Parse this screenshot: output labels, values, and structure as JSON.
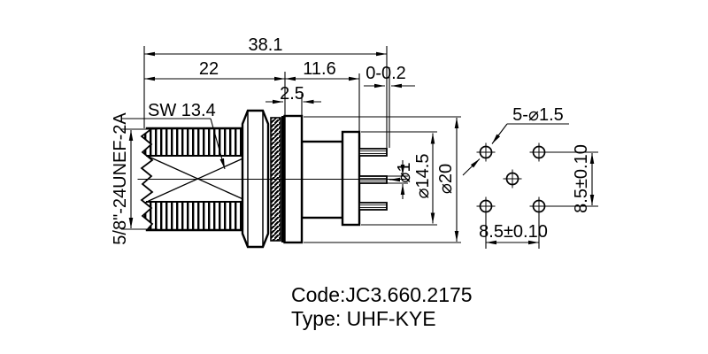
{
  "colors": {
    "background": "#ffffff",
    "line": "#000000"
  },
  "side_view": {
    "dim_overall": "38.1",
    "dim_front_length": "22",
    "dim_rear_length": "11.6",
    "dim_pin_protrusion": "0-0.2",
    "dim_flange_thickness": "2.5",
    "label_wrench_size": "SW 13.4",
    "label_thread_spec": "5/8\"-24UNEF-2A",
    "dim_pin_diameter": "⌀1",
    "dim_body_diameter": "⌀14.5",
    "dim_flange_diameter": "⌀20"
  },
  "end_view": {
    "label_holes": "5-⌀1.5",
    "dim_pitch_horizontal": "8.5±0.10",
    "dim_pitch_vertical": "8.5±0.10"
  },
  "footer": {
    "code": "Code:JC3.660.2175",
    "type": "Type: UHF-KYE"
  }
}
